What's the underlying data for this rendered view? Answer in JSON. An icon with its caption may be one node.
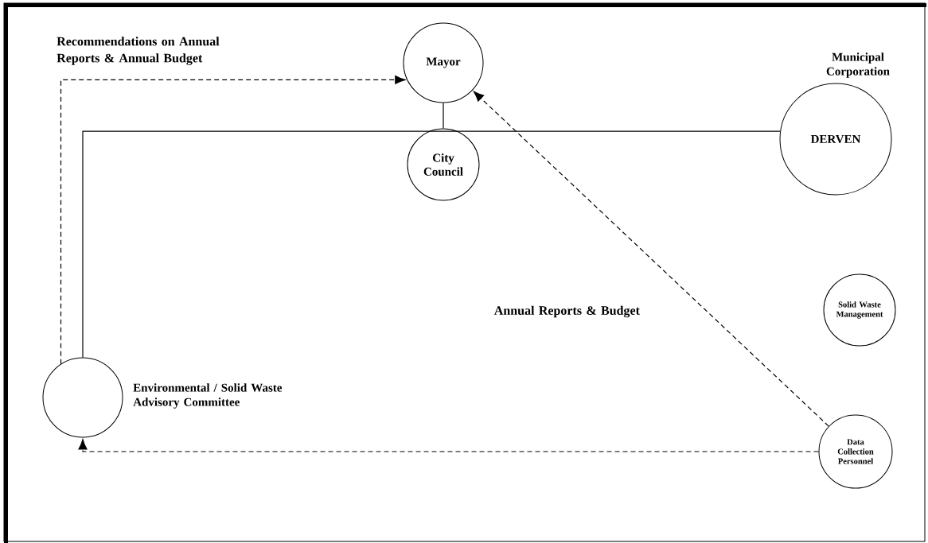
{
  "diagram": {
    "nodes": [
      {
        "text": [
          "Mayor"
        ]
      },
      {
        "text": [
          "Municipal Corporation",
          "DERVEN"
        ]
      },
      {
        "text": [
          "City Council"
        ]
      },
      {
        "text": [
          "Solid Waste Management"
        ]
      },
      {
        "text": [
          "Environmental / Solid Waste Advisory Committee"
        ]
      },
      {
        "text": [
          "Data Collection Personnel"
        ]
      }
    ],
    "edges": [
      {
        "from": 0,
        "to": 2,
        "arrow": "none"
      },
      {
        "from": 1,
        "to": 4,
        "arrow": "none"
      },
      {
        "from": 4,
        "to": 0,
        "arrow": "to",
        "style": "dashed",
        "label": "Recommendations on Annual Reports & Annual Budget"
      },
      {
        "from": 5,
        "to": 0,
        "arrow": "to",
        "style": "dashed",
        "label": "Annual Reports & Budget"
      },
      {
        "from": 5,
        "to": 4,
        "arrow": "to",
        "style": "dashed"
      }
    ]
  }
}
